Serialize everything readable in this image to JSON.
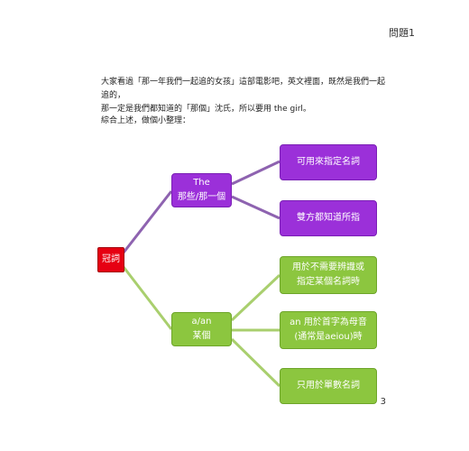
{
  "header": {
    "title": "問題1"
  },
  "body": {
    "paragraph_lines": [
      "大家看過「那一年我們一起追的女孩」這部電影吧，英文裡面，既然是我們一起追的，",
      "那一定是我們都知道的「那個」沈氏，所以要用 the girl。"
    ],
    "summary": "綜合上述，做個小整理："
  },
  "diagram": {
    "root": "冠詞",
    "the_branch": {
      "line1": "The",
      "line2": "那些/那一個",
      "children": [
        "可用來指定名詞",
        "雙方都知道所指"
      ]
    },
    "a_branch": {
      "line1": "a/an",
      "line2": "某個",
      "children": [
        {
          "line1": "用於不需要辨識或",
          "line2": "指定某個名詞時"
        },
        {
          "line1": "an 用於首字為母音",
          "line2": "(通常是aeiou)時"
        },
        {
          "line1": "只用於單數名詞",
          "line2": ""
        }
      ]
    },
    "colors": {
      "root": "#e60012",
      "the": "#9b30d9",
      "a": "#8cc63f",
      "the_line": "#8e63b0",
      "a_line": "#a9cf6e"
    }
  },
  "footer": {
    "page_number": "3"
  }
}
